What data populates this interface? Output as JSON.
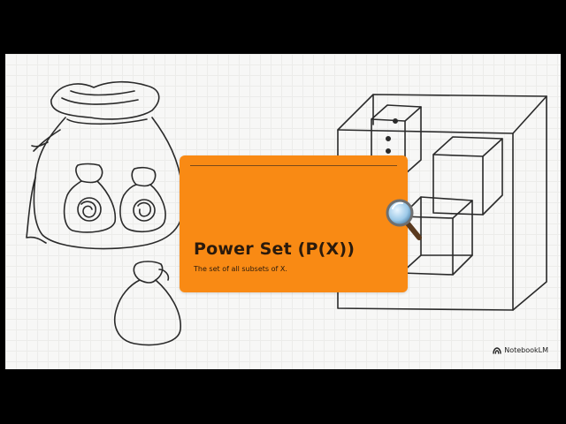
{
  "slide": {
    "title": "Power Set (P(X))",
    "subtitle": "The set of all subsets of X.",
    "brand": "NotebookLM"
  },
  "colors": {
    "card": "#f98a14",
    "background": "#f7f7f6",
    "letterbox": "#000000",
    "ink": "#2a2a2a"
  },
  "icons": [
    "money-bag-icon",
    "magnifier-icon",
    "notebooklm-logo-icon"
  ]
}
